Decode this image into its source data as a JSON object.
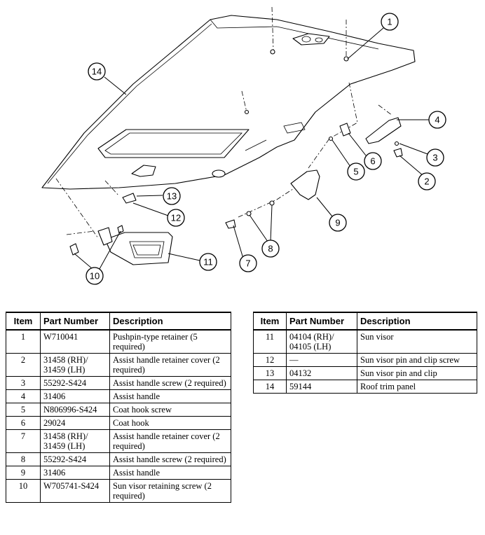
{
  "diagram": {
    "callouts": [
      "1",
      "2",
      "3",
      "4",
      "5",
      "6",
      "7",
      "8",
      "9",
      "10",
      "11",
      "12",
      "13",
      "14"
    ]
  },
  "table": {
    "headers": {
      "item": "Item",
      "part_number": "Part Number",
      "description": "Description"
    },
    "left_rows": [
      {
        "item": "1",
        "part_number": "W710041",
        "description": "Pushpin-type retainer (5 required)"
      },
      {
        "item": "2",
        "part_number": "31458 (RH)/ 31459 (LH)",
        "description": "Assist handle retainer cover (2 required)"
      },
      {
        "item": "3",
        "part_number": "55292-S424",
        "description": "Assist handle screw (2 required)"
      },
      {
        "item": "4",
        "part_number": "31406",
        "description": "Assist handle"
      },
      {
        "item": "5",
        "part_number": "N806996-S424",
        "description": "Coat hook screw"
      },
      {
        "item": "6",
        "part_number": "29024",
        "description": "Coat hook"
      },
      {
        "item": "7",
        "part_number": "31458 (RH)/ 31459 (LH)",
        "description": "Assist handle retainer cover (2 required)"
      },
      {
        "item": "8",
        "part_number": "55292-S424",
        "description": "Assist handle screw (2 required)"
      },
      {
        "item": "9",
        "part_number": "31406",
        "description": "Assist handle"
      },
      {
        "item": "10",
        "part_number": "W705741-S424",
        "description": "Sun visor retaining screw (2 required)"
      }
    ],
    "right_rows": [
      {
        "item": "11",
        "part_number": "04104 (RH)/ 04105 (LH)",
        "description": "Sun visor"
      },
      {
        "item": "12",
        "part_number": "—",
        "description": "Sun visor pin and clip screw"
      },
      {
        "item": "13",
        "part_number": "04132",
        "description": "Sun visor pin and clip"
      },
      {
        "item": "14",
        "part_number": "59144",
        "description": "Roof trim panel"
      }
    ]
  }
}
